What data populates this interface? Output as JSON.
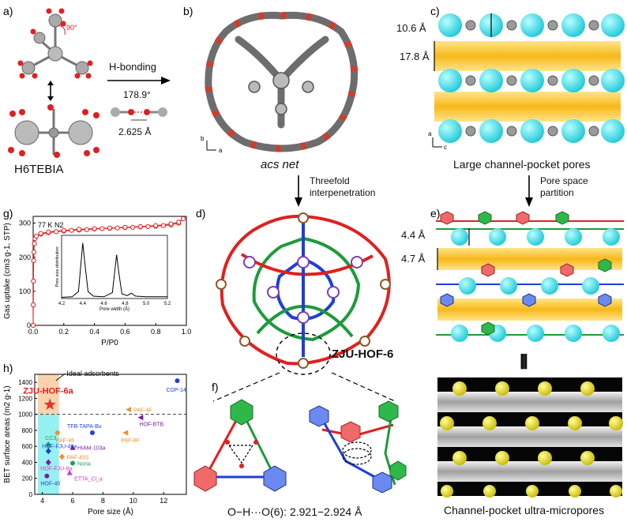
{
  "panels": {
    "a": {
      "label": "a)",
      "angle": "90°",
      "arrow_label": "H-bonding",
      "hb_angle": "178.9°",
      "hb_dist": "2.625 Å",
      "molecule": "H6TEBIA"
    },
    "b": {
      "label": "b)",
      "caption": "acs net",
      "axis_b": "b",
      "axis_a": "a"
    },
    "c": {
      "label": "c)",
      "dim1": "10.6 Å",
      "dim2": "17.8 Å",
      "caption": "Large channel-pocket pores",
      "axis_a": "a",
      "axis_c": "c"
    },
    "d": {
      "label": "d)",
      "arrow_text1": "Threefold",
      "arrow_text2": "interpenetration",
      "name": "ZJU-HOF-6"
    },
    "e": {
      "label": "e)",
      "arrow_text1": "Pore space",
      "arrow_text2": "partition",
      "dim1": "4.4 Å",
      "dim2": "4.7 Å",
      "equiv": "|||"
    },
    "f": {
      "label": "f)",
      "caption": "O−H···O(6):  2.921−2.924 Å"
    },
    "g": {
      "label": "g)",
      "legend": "77 K N2",
      "channel_caption": "Channel-pocket ultra-micropores"
    },
    "h": {
      "label": "h)",
      "ideal": "Ideal adsorbents"
    }
  },
  "chart_data": [
    {
      "id": "g-isotherm",
      "type": "scatter",
      "title": "",
      "xlabel": "P/P0",
      "ylabel": "Gas uptake (cm3 g-1, STP)",
      "xlim": [
        0,
        1.0
      ],
      "ylim": [
        0,
        320
      ],
      "xticks": [
        "0.0",
        "0.2",
        "0.4",
        "0.6",
        "0.8",
        "1.0"
      ],
      "yticks": [
        "0",
        "100",
        "200",
        "300"
      ],
      "series": [
        {
          "name": "77 K N2",
          "x": [
            0.0,
            0.001,
            0.002,
            0.003,
            0.005,
            0.008,
            0.012,
            0.02,
            0.05,
            0.1,
            0.15,
            0.2,
            0.25,
            0.3,
            0.35,
            0.4,
            0.45,
            0.5,
            0.55,
            0.6,
            0.65,
            0.7,
            0.75,
            0.8,
            0.85,
            0.9,
            0.95,
            0.98,
            0.95,
            0.9,
            0.8,
            0.7,
            0.6,
            0.5,
            0.4,
            0.3,
            0.2,
            0.1,
            0.05
          ],
          "y": [
            0,
            60,
            130,
            190,
            215,
            240,
            255,
            262,
            268,
            272,
            275,
            277,
            279,
            280,
            281,
            283,
            284,
            285,
            286,
            287,
            288,
            289,
            290,
            291,
            293,
            295,
            300,
            313,
            303,
            298,
            293,
            290,
            288,
            286,
            284,
            282,
            279,
            274,
            270
          ]
        }
      ]
    },
    {
      "id": "g-inset-psd",
      "type": "line",
      "xlabel": "Pore width (Å)",
      "ylabel": "Pore size distribution",
      "xlim": [
        4.2,
        5.2
      ],
      "xticks": [
        "4.2",
        "4.4",
        "4.6",
        "4.8",
        "5.0",
        "5.2"
      ],
      "series": [
        {
          "name": "",
          "x": [
            4.2,
            4.3,
            4.36,
            4.4,
            4.42,
            4.45,
            4.5,
            4.6,
            4.68,
            4.72,
            4.74,
            4.77,
            4.82,
            4.86,
            4.9,
            5.0,
            5.1,
            5.2
          ],
          "y": [
            0.02,
            0.03,
            0.12,
            0.95,
            0.6,
            0.12,
            0.04,
            0.03,
            0.1,
            0.75,
            0.45,
            0.08,
            0.05,
            0.09,
            0.04,
            0.03,
            0.03,
            0.03
          ]
        }
      ]
    },
    {
      "id": "h-bet",
      "type": "scatter",
      "xlabel": "Pore size (Å)",
      "ylabel": "BET surface areas (m2 g-1)",
      "xlim": [
        3.5,
        13.5
      ],
      "ylim": [
        0,
        1500
      ],
      "xticks": [
        "4",
        "6",
        "8",
        "10",
        "12"
      ],
      "yticks": [
        "0",
        "200",
        "400",
        "600",
        "800",
        "1000",
        "1200",
        "1400"
      ],
      "points": [
        {
          "name": "ZJU-HOF-6a",
          "x": 4.5,
          "y": 1120,
          "color": "#e8302a",
          "shape": "star"
        },
        {
          "name": "COP-14",
          "x": 12.9,
          "y": 1420,
          "color": "#1f3fd8",
          "shape": "circle"
        },
        {
          "name": "PAF-4F",
          "x": 9.7,
          "y": 1060,
          "color": "#f0912a",
          "shape": "tri-left"
        },
        {
          "name": "HOF-BTB",
          "x": 10.5,
          "y": 960,
          "color": "#7a1fa0",
          "shape": "tri-left"
        },
        {
          "name": "TFB-TAPA-Bu",
          "x": 7.3,
          "y": 770,
          "color": "#1f3fd8",
          "shape": "circle"
        },
        {
          "name": "PAF-45",
          "x": 5.0,
          "y": 770,
          "color": "#f0912a",
          "shape": "circle"
        },
        {
          "name": "PAF-8F",
          "x": 9.5,
          "y": 770,
          "color": "#f0912a",
          "shape": "tri-left"
        },
        {
          "name": "CC3",
          "x": 4.4,
          "y": 620,
          "color": "#1fa05a",
          "shape": "diamond"
        },
        {
          "name": "HIAM-103a",
          "x": 6.0,
          "y": 585,
          "color": "#7a1fa0",
          "shape": "triangle"
        },
        {
          "name": "HOF-FJU-46a",
          "x": 4.4,
          "y": 540,
          "color": "#1f3fd8",
          "shape": "diamond"
        },
        {
          "name": "PAF-45S",
          "x": 5.3,
          "y": 470,
          "color": "#f0912a",
          "shape": "diamond"
        },
        {
          "name": "Noria",
          "x": 6.0,
          "y": 390,
          "color": "#1fa05a",
          "shape": "circle"
        },
        {
          "name": "HOF-FJU-8a",
          "x": 4.4,
          "y": 400,
          "color": "#7a1fa0",
          "shape": "diamond"
        },
        {
          "name": "ETTA_Cl_a",
          "x": 5.8,
          "y": 270,
          "color": "#d040c0",
          "shape": "triangle"
        },
        {
          "name": "HOF-40",
          "x": 4.3,
          "y": 230,
          "color": "#7a1fa0",
          "shape": "circle"
        }
      ]
    }
  ]
}
